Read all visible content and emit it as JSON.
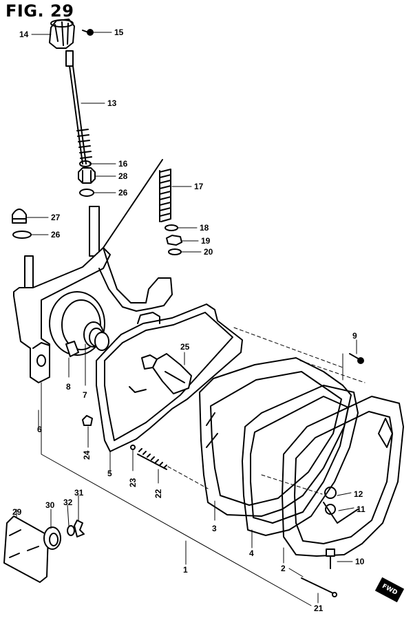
{
  "figure": {
    "title": "FIG. 29"
  },
  "callouts": {
    "c1": "1",
    "c2": "2",
    "c3": "3",
    "c4": "4",
    "c5": "5",
    "c6": "6",
    "c7": "7",
    "c8": "8",
    "c9": "9",
    "c10": "10",
    "c11": "11",
    "c12": "12",
    "c13": "13",
    "c14": "14",
    "c15": "15",
    "c16": "16",
    "c17": "17",
    "c18": "18",
    "c19": "19",
    "c20": "20",
    "c21": "21",
    "c22": "22",
    "c23": "23",
    "c24": "24",
    "c25": "25",
    "c26a": "26",
    "c26b": "26",
    "c27": "27",
    "c28": "28",
    "c29": "29",
    "c30": "30",
    "c31": "31",
    "c32": "32"
  },
  "direction_marker": "FWD"
}
